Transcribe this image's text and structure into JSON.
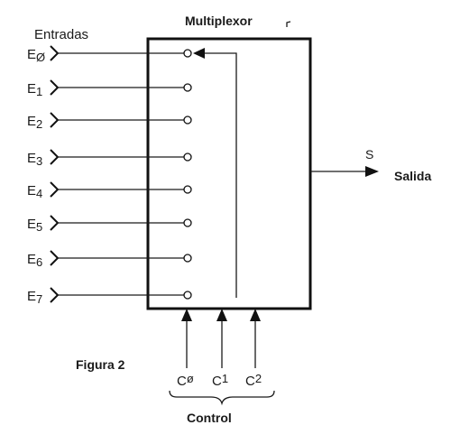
{
  "title": "Multiplexor",
  "inputs_heading": "Entradas",
  "inputs": [
    {
      "letter": "E",
      "sub": "Ø"
    },
    {
      "letter": "E",
      "sub": "1"
    },
    {
      "letter": "E",
      "sub": "2"
    },
    {
      "letter": "E",
      "sub": "3"
    },
    {
      "letter": "E",
      "sub": "4"
    },
    {
      "letter": "E",
      "sub": "5"
    },
    {
      "letter": "E",
      "sub": "6"
    },
    {
      "letter": "E",
      "sub": "7"
    }
  ],
  "output": {
    "symbol": "S",
    "label": "Salida"
  },
  "controls": [
    {
      "letter": "C",
      "sub": "ø"
    },
    {
      "letter": "C",
      "sub": "1"
    },
    {
      "letter": "C",
      "sub": "2"
    }
  ],
  "control_label": "Control",
  "figure_caption": "Figura 2"
}
